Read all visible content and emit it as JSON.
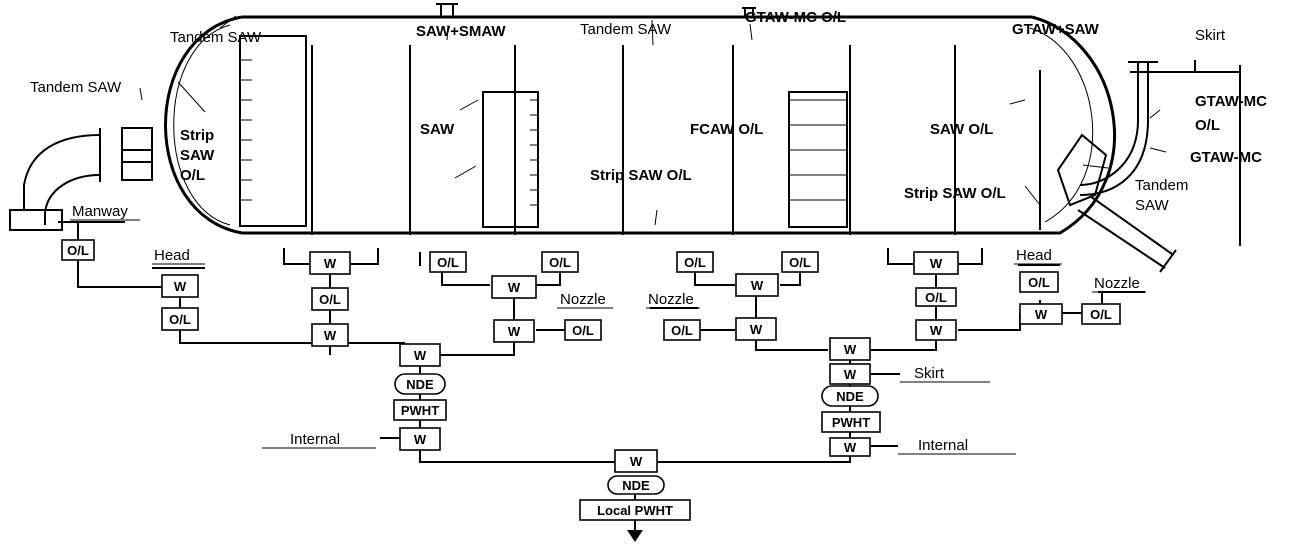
{
  "weld_labels": {
    "tandem_saw_left": "Tandem SAW",
    "tandem_saw_head": "Tandem SAW",
    "saw_smaw": "SAW+SMAW",
    "tandem_saw_top": "Tandem SAW",
    "gtaw_mc_ol_top": "GTAW-MC O/L",
    "gtaw_saw": "GTAW+SAW",
    "skirt_top": "Skirt",
    "strip": "Strip",
    "saw": "SAW",
    "ol": "O/L",
    "saw_left": "SAW",
    "fcaw_ol": "FCAW O/L",
    "strip_saw_ol_mid": "Strip SAW O/L",
    "saw_ol_right": "SAW O/L",
    "strip_saw_ol_right": "Strip SAW O/L",
    "gtaw_mc_1": "GTAW-MC",
    "gtaw_mc_1b": "O/L",
    "gtaw_mc_2": "GTAW-MC",
    "tandem": "Tandem",
    "tandem_saw_nozzle": "SAW"
  },
  "flow_labels": {
    "manway": "Manway",
    "head_left": "Head",
    "head_right": "Head",
    "nozzle_1": "Nozzle",
    "nozzle_2": "Nozzle",
    "nozzle_3": "Nozzle",
    "skirt": "Skirt",
    "internal_left": "Internal",
    "internal_right": "Internal"
  },
  "box_labels": {
    "ol": "O/L",
    "w": "W",
    "nde": "NDE",
    "pwht": "PWHT",
    "local_pwht": "Local PWHT"
  }
}
